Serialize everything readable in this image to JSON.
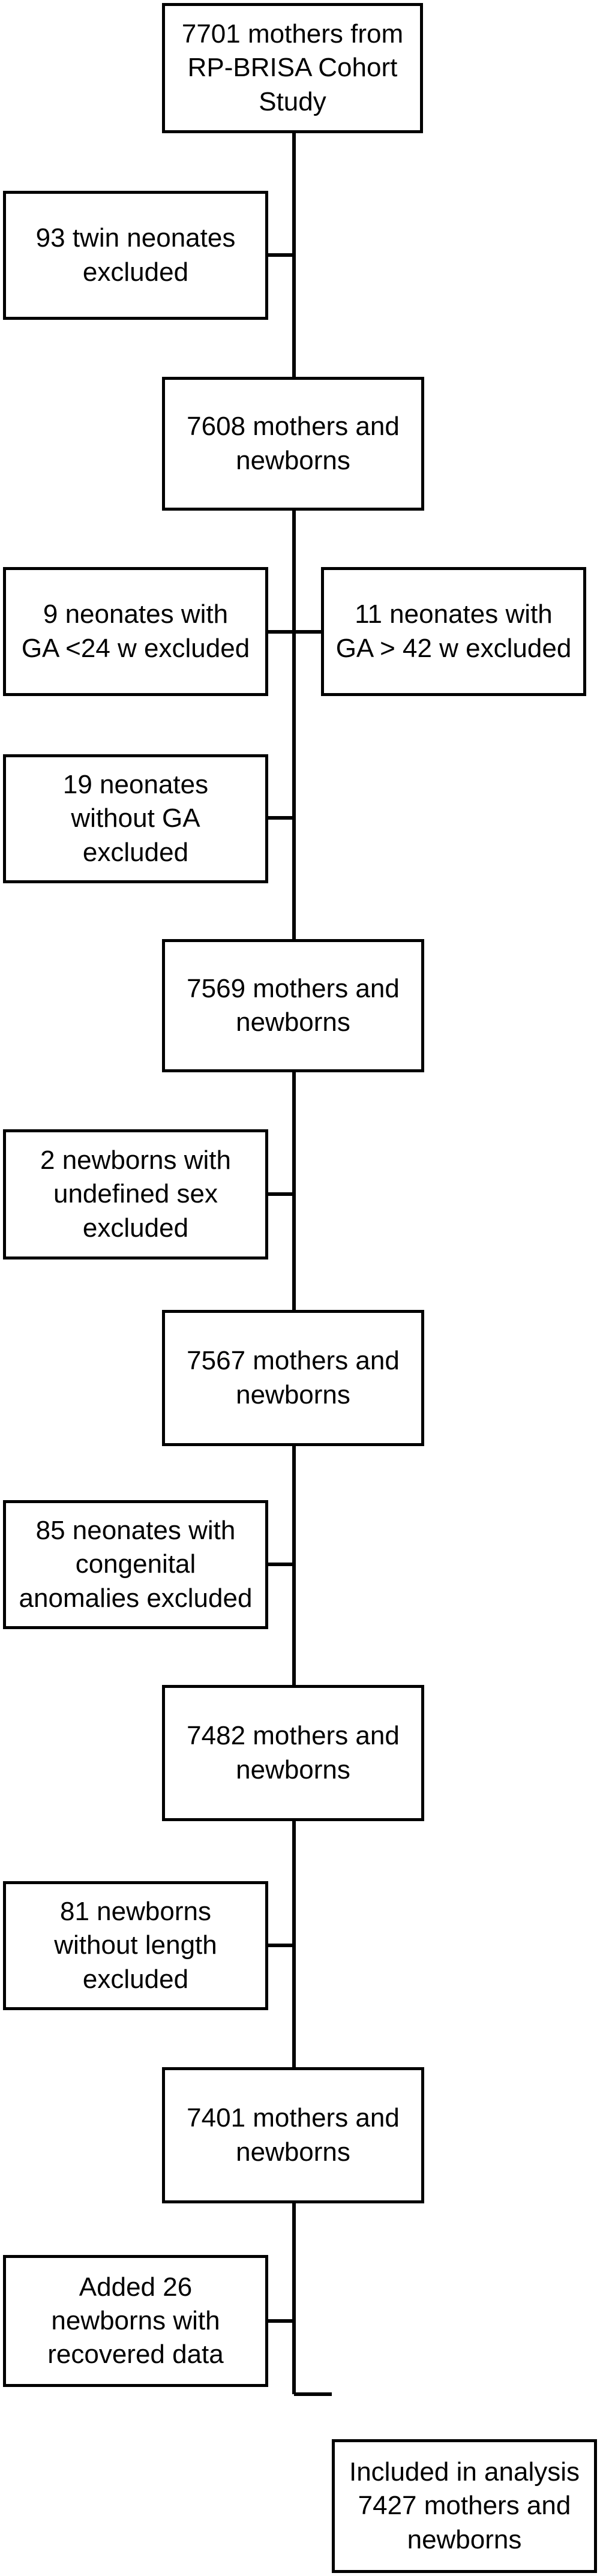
{
  "flowchart": {
    "main_boxes": [
      {
        "id": "start",
        "text": "7701 mothers from\nRP-BRISA Cohort\nStudy"
      },
      {
        "id": "step1",
        "text": "7608 mothers and\nnewborns"
      },
      {
        "id": "step2",
        "text": "7569 mothers and\nnewborns"
      },
      {
        "id": "step3",
        "text": "7567 mothers and\nnewborns"
      },
      {
        "id": "step4",
        "text": "7482 mothers and\nnewborns"
      },
      {
        "id": "step5",
        "text": "7401 mothers and\nnewborns"
      },
      {
        "id": "final",
        "text": "Included in analysis\n7427 mothers and\nnewborns"
      }
    ],
    "side_boxes": [
      {
        "id": "excl_twins",
        "text": "93 twin neonates\nexcluded"
      },
      {
        "id": "excl_ga_low",
        "text": "9 neonates with\nGA <24 w excluded"
      },
      {
        "id": "excl_ga_high",
        "text": "11 neonates with\nGA > 42 w excluded"
      },
      {
        "id": "excl_no_ga",
        "text": "19 neonates\nwithout GA\nexcluded"
      },
      {
        "id": "excl_sex",
        "text": "2 newborns with\nundefined sex\nexcluded"
      },
      {
        "id": "excl_anomalies",
        "text": "85 neonates with\ncongenital\nanomalies excluded"
      },
      {
        "id": "excl_length",
        "text": "81 newborns\nwithout length\nexcluded"
      },
      {
        "id": "added_recovered",
        "text": "Added 26\nnewborns with\nrecovered data"
      }
    ]
  }
}
